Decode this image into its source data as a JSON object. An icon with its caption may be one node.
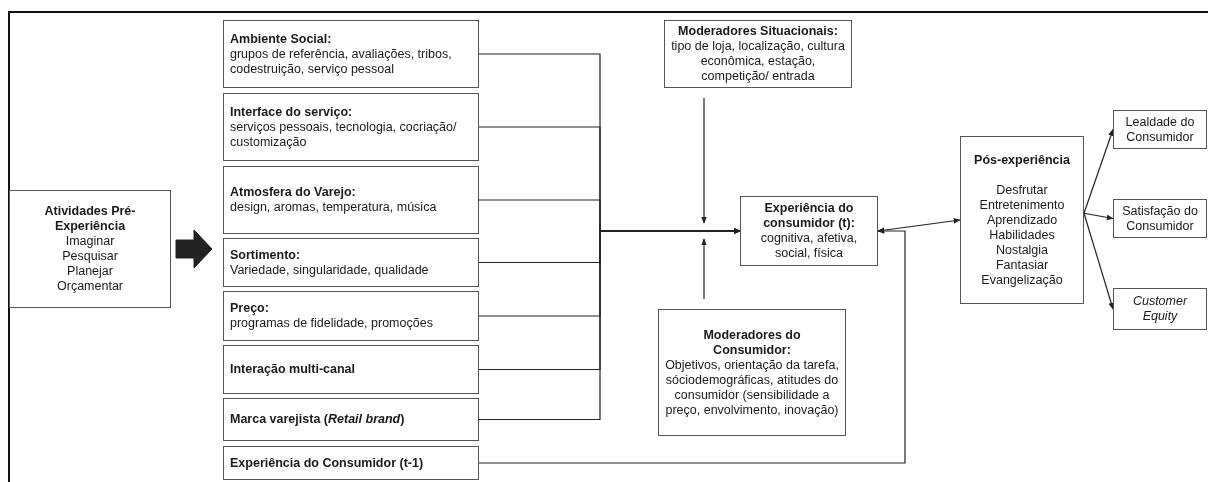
{
  "diagram": {
    "nodes": [
      {
        "text": [
          "Atividades Pré-Experiência",
          "Imaginar",
          "Pesquisar",
          "Planejar",
          "Orçamentar"
        ]
      },
      {
        "text": [
          "Ambiente Social:",
          "grupos de referência, avaliações, tribos, codestruição, serviço pessoal"
        ]
      },
      {
        "text": [
          "Interface do serviço:",
          "serviços pessoais, tecnologia, cocriação/ customização"
        ]
      },
      {
        "text": [
          "Atmosfera do Varejo:",
          "design, aromas, temperatura, música"
        ]
      },
      {
        "text": [
          "Sortimento:",
          "Variedade, singularidade, qualidade"
        ]
      },
      {
        "text": [
          "Preço:",
          "programas de fidelidade, promoções"
        ]
      },
      {
        "text": [
          "Interação multi-canal"
        ]
      },
      {
        "text": [
          "Marca varejista (*Retail brand*)"
        ]
      },
      {
        "text": [
          "Experiência do Consumidor (t-1)"
        ]
      },
      {
        "text": [
          "Moderadores Situacionais:",
          "tipo de loja, localização, cultura econômica, estação, competição/ entrada"
        ]
      },
      {
        "text": [
          "Experiência do consumidor (t):",
          "cognitiva, afetiva, social, física"
        ]
      },
      {
        "text": [
          "Moderadores do Consumidor:",
          "Objetivos, orientação da tarefa, sóciodemográficas, atitudes do consumidor (sensibilidade a preço, envolvimento, inovação)"
        ]
      },
      {
        "text": [
          "Pós-experiência",
          "Desfrutar",
          "Entretenimento",
          "Aprendizado",
          "Habilidades",
          "Nostalgia",
          "Fantasiar",
          "Evangelização"
        ]
      },
      {
        "text": [
          "Lealdade do Consumidor"
        ]
      },
      {
        "text": [
          "Satisfação do Consumidor"
        ]
      },
      {
        "text": [
          "Customer Equity"
        ]
      }
    ],
    "edges": [
      {
        "from": 0,
        "to": null,
        "arrow": "to",
        "style": "thick"
      },
      {
        "from": 1,
        "to": 10,
        "arrow": "to"
      },
      {
        "from": 2,
        "to": 10,
        "arrow": "to"
      },
      {
        "from": 3,
        "to": 10,
        "arrow": "to"
      },
      {
        "from": 4,
        "to": 10,
        "arrow": "to"
      },
      {
        "from": 5,
        "to": 10,
        "arrow": "to"
      },
      {
        "from": 6,
        "to": 10,
        "arrow": "to"
      },
      {
        "from": 7,
        "to": 10,
        "arrow": "to"
      },
      {
        "from": 8,
        "to": 10,
        "arrow": "to"
      },
      {
        "from": 9,
        "to": 10,
        "arrow": "to"
      },
      {
        "from": 11,
        "to": 10,
        "arrow": "to"
      },
      {
        "from": 10,
        "to": 12,
        "arrow": "both"
      },
      {
        "from": 12,
        "to": 13,
        "arrow": "to"
      },
      {
        "from": 12,
        "to": 14,
        "arrow": "to"
      },
      {
        "from": 12,
        "to": 15,
        "arrow": "to"
      }
    ]
  }
}
